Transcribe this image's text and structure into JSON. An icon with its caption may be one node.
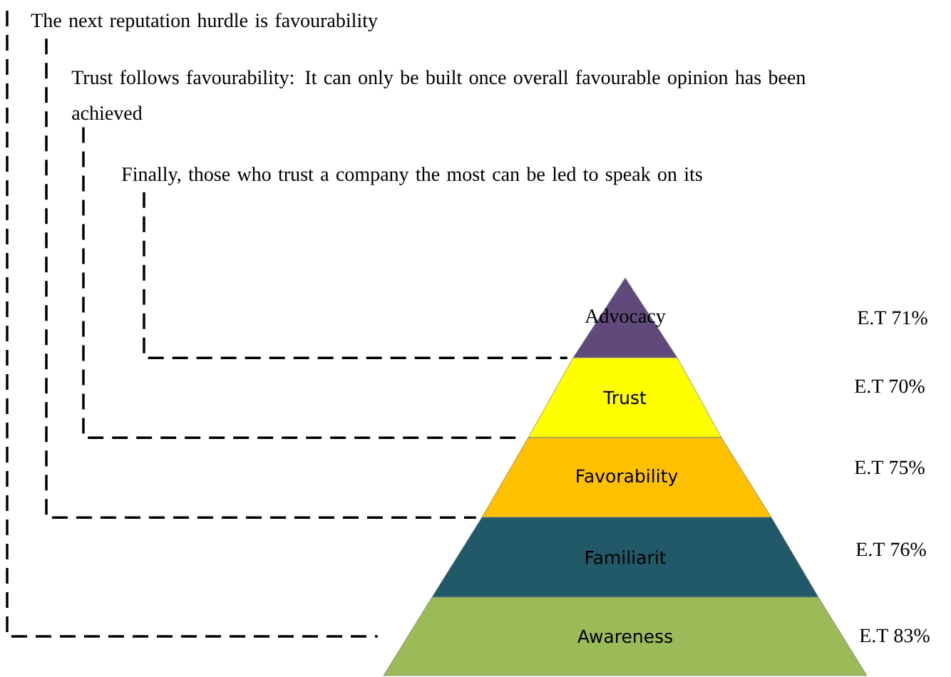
{
  "diagram": {
    "nodes": [
      {
        "text": [
          "The next reputation hurdle is favourability"
        ]
      },
      {
        "text": [
          "Trust follows favourability: It can only be built once overall favourable opinion has been achieved"
        ]
      },
      {
        "text": [
          "Finally, those who trust a company the most can be led to speak on its"
        ]
      },
      {
        "text": [
          "Advocacy"
        ]
      },
      {
        "text": [
          "Trust"
        ]
      },
      {
        "text": [
          "Favorability"
        ]
      },
      {
        "text": [
          "Familiarit"
        ]
      },
      {
        "text": [
          "Awareness"
        ]
      }
    ],
    "labels": [
      "E.T 71%",
      "E.T 70%",
      "E.T 75%",
      "E.T 76%",
      "E.T 83%"
    ],
    "edges": [
      {
        "from": null,
        "to": 7,
        "arrow": "none",
        "style": "dashed"
      },
      {
        "from": 0,
        "to": 5,
        "arrow": "none",
        "style": "dashed"
      },
      {
        "from": 1,
        "to": 4,
        "arrow": "none",
        "style": "dashed"
      },
      {
        "from": 2,
        "to": 3,
        "arrow": "none",
        "style": "dashed"
      }
    ]
  }
}
